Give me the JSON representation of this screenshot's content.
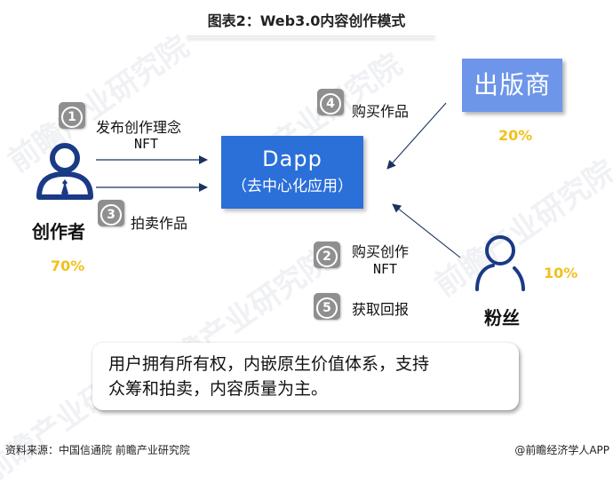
{
  "title": "图表2：Web3.0内容创作模式",
  "center": {
    "label": "Dapp",
    "sublabel": "（去中心化应用）",
    "color": "#2b6fd9"
  },
  "actors": {
    "creator": {
      "label": "创作者",
      "share": "70%",
      "icon": "person-with-tie-icon"
    },
    "publisher": {
      "label": "出版商",
      "share": "20%",
      "color": "#6d95ea"
    },
    "fan": {
      "label": "粉丝",
      "share": "10%",
      "icon": "person-icon"
    }
  },
  "steps": [
    {
      "num": "1",
      "text": "发布创作理念",
      "sub": "NFT"
    },
    {
      "num": "2",
      "text": "购买创作",
      "sub": "NFT"
    },
    {
      "num": "3",
      "text": "拍卖作品"
    },
    {
      "num": "4",
      "text": "购买作品"
    },
    {
      "num": "5",
      "text": "获取回报"
    }
  ],
  "note": {
    "line1": "用户拥有所有权，内嵌原生价值体系，支持",
    "line2": "众筹和拍卖，内容质量为主。"
  },
  "footer": {
    "source": "资料来源：中国信通院 前瞻产业研究院",
    "credit": "@前瞻经济学人APP"
  },
  "watermark": "前瞻产业研究院",
  "colors": {
    "icon": "#1b3a86",
    "arrow": "#1b3360",
    "percent": "#f2c01c",
    "badge": "#8f8f8f"
  }
}
